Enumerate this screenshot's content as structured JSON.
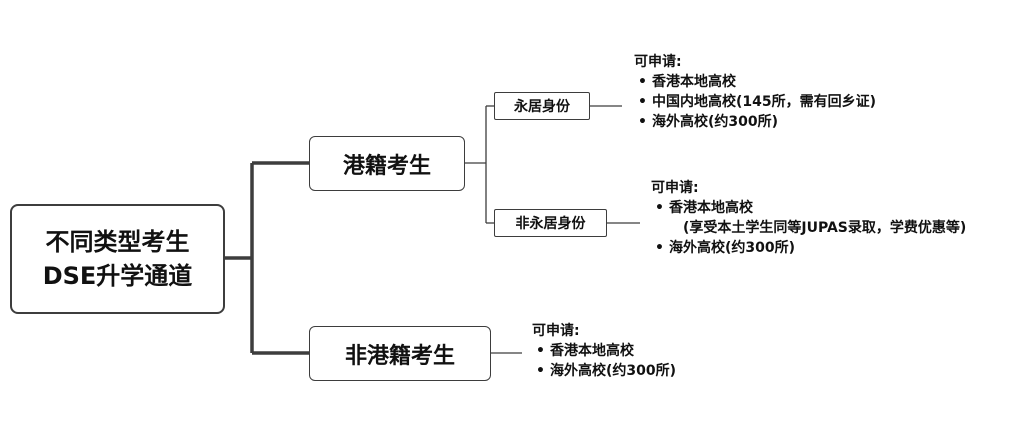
{
  "root": {
    "line1": "不同类型考生",
    "line2": "DSE升学通道"
  },
  "branches": {
    "hk": {
      "label": "港籍考生",
      "permanent": {
        "label": "永居身份",
        "heading": "可申请:",
        "items": [
          "香港本地高校",
          "中国内地高校(145所，需有回乡证)",
          "海外高校(约300所)"
        ]
      },
      "non_permanent": {
        "label": "非永居身份",
        "heading": "可申请:",
        "item1": "香港本地高校",
        "item1_note": "(享受本土学生同等JUPAS录取，学费优惠等)",
        "item2": "海外高校(约300所)"
      }
    },
    "non_hk": {
      "label": "非港籍考生",
      "heading": "可申请:",
      "items": [
        "香港本地高校",
        "海外高校(约300所)"
      ]
    }
  },
  "bullet": "•",
  "colors": {
    "line": "#3d3d3d",
    "border": "#3d3d3d",
    "text": "#111111"
  }
}
